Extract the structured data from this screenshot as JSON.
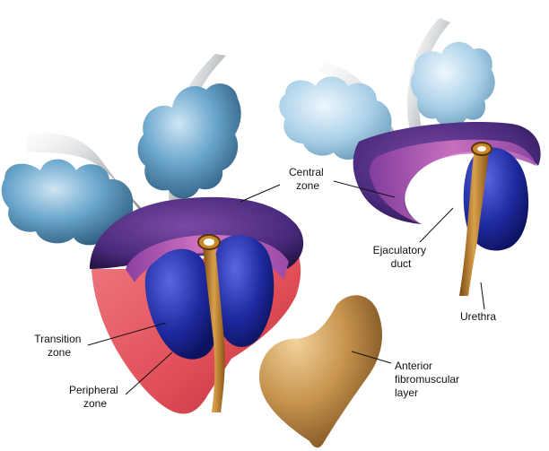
{
  "labels": {
    "central_zone": [
      "Central",
      "zone"
    ],
    "ejaculatory_duct": [
      "Ejaculatory",
      "duct"
    ],
    "urethra": [
      "Urethra"
    ],
    "transition_zone": [
      "Transition",
      "zone"
    ],
    "peripheral_zone": [
      "Peripheral",
      "zone"
    ],
    "anterior_fibromuscular": [
      "Anterior",
      "fibromuscular",
      "layer"
    ]
  },
  "colors": {
    "seminal_vesicle": "#5f9cc4",
    "vas_deferens": "#a9aeb2",
    "central_zone": "#4e2a7a",
    "central_zone_inner": "#c35fb0",
    "transition_zone": "#1d2a9a",
    "peripheral_zone": "#e6505a",
    "urethra": "#c88a2c",
    "fibromuscular": "#c79a55"
  }
}
